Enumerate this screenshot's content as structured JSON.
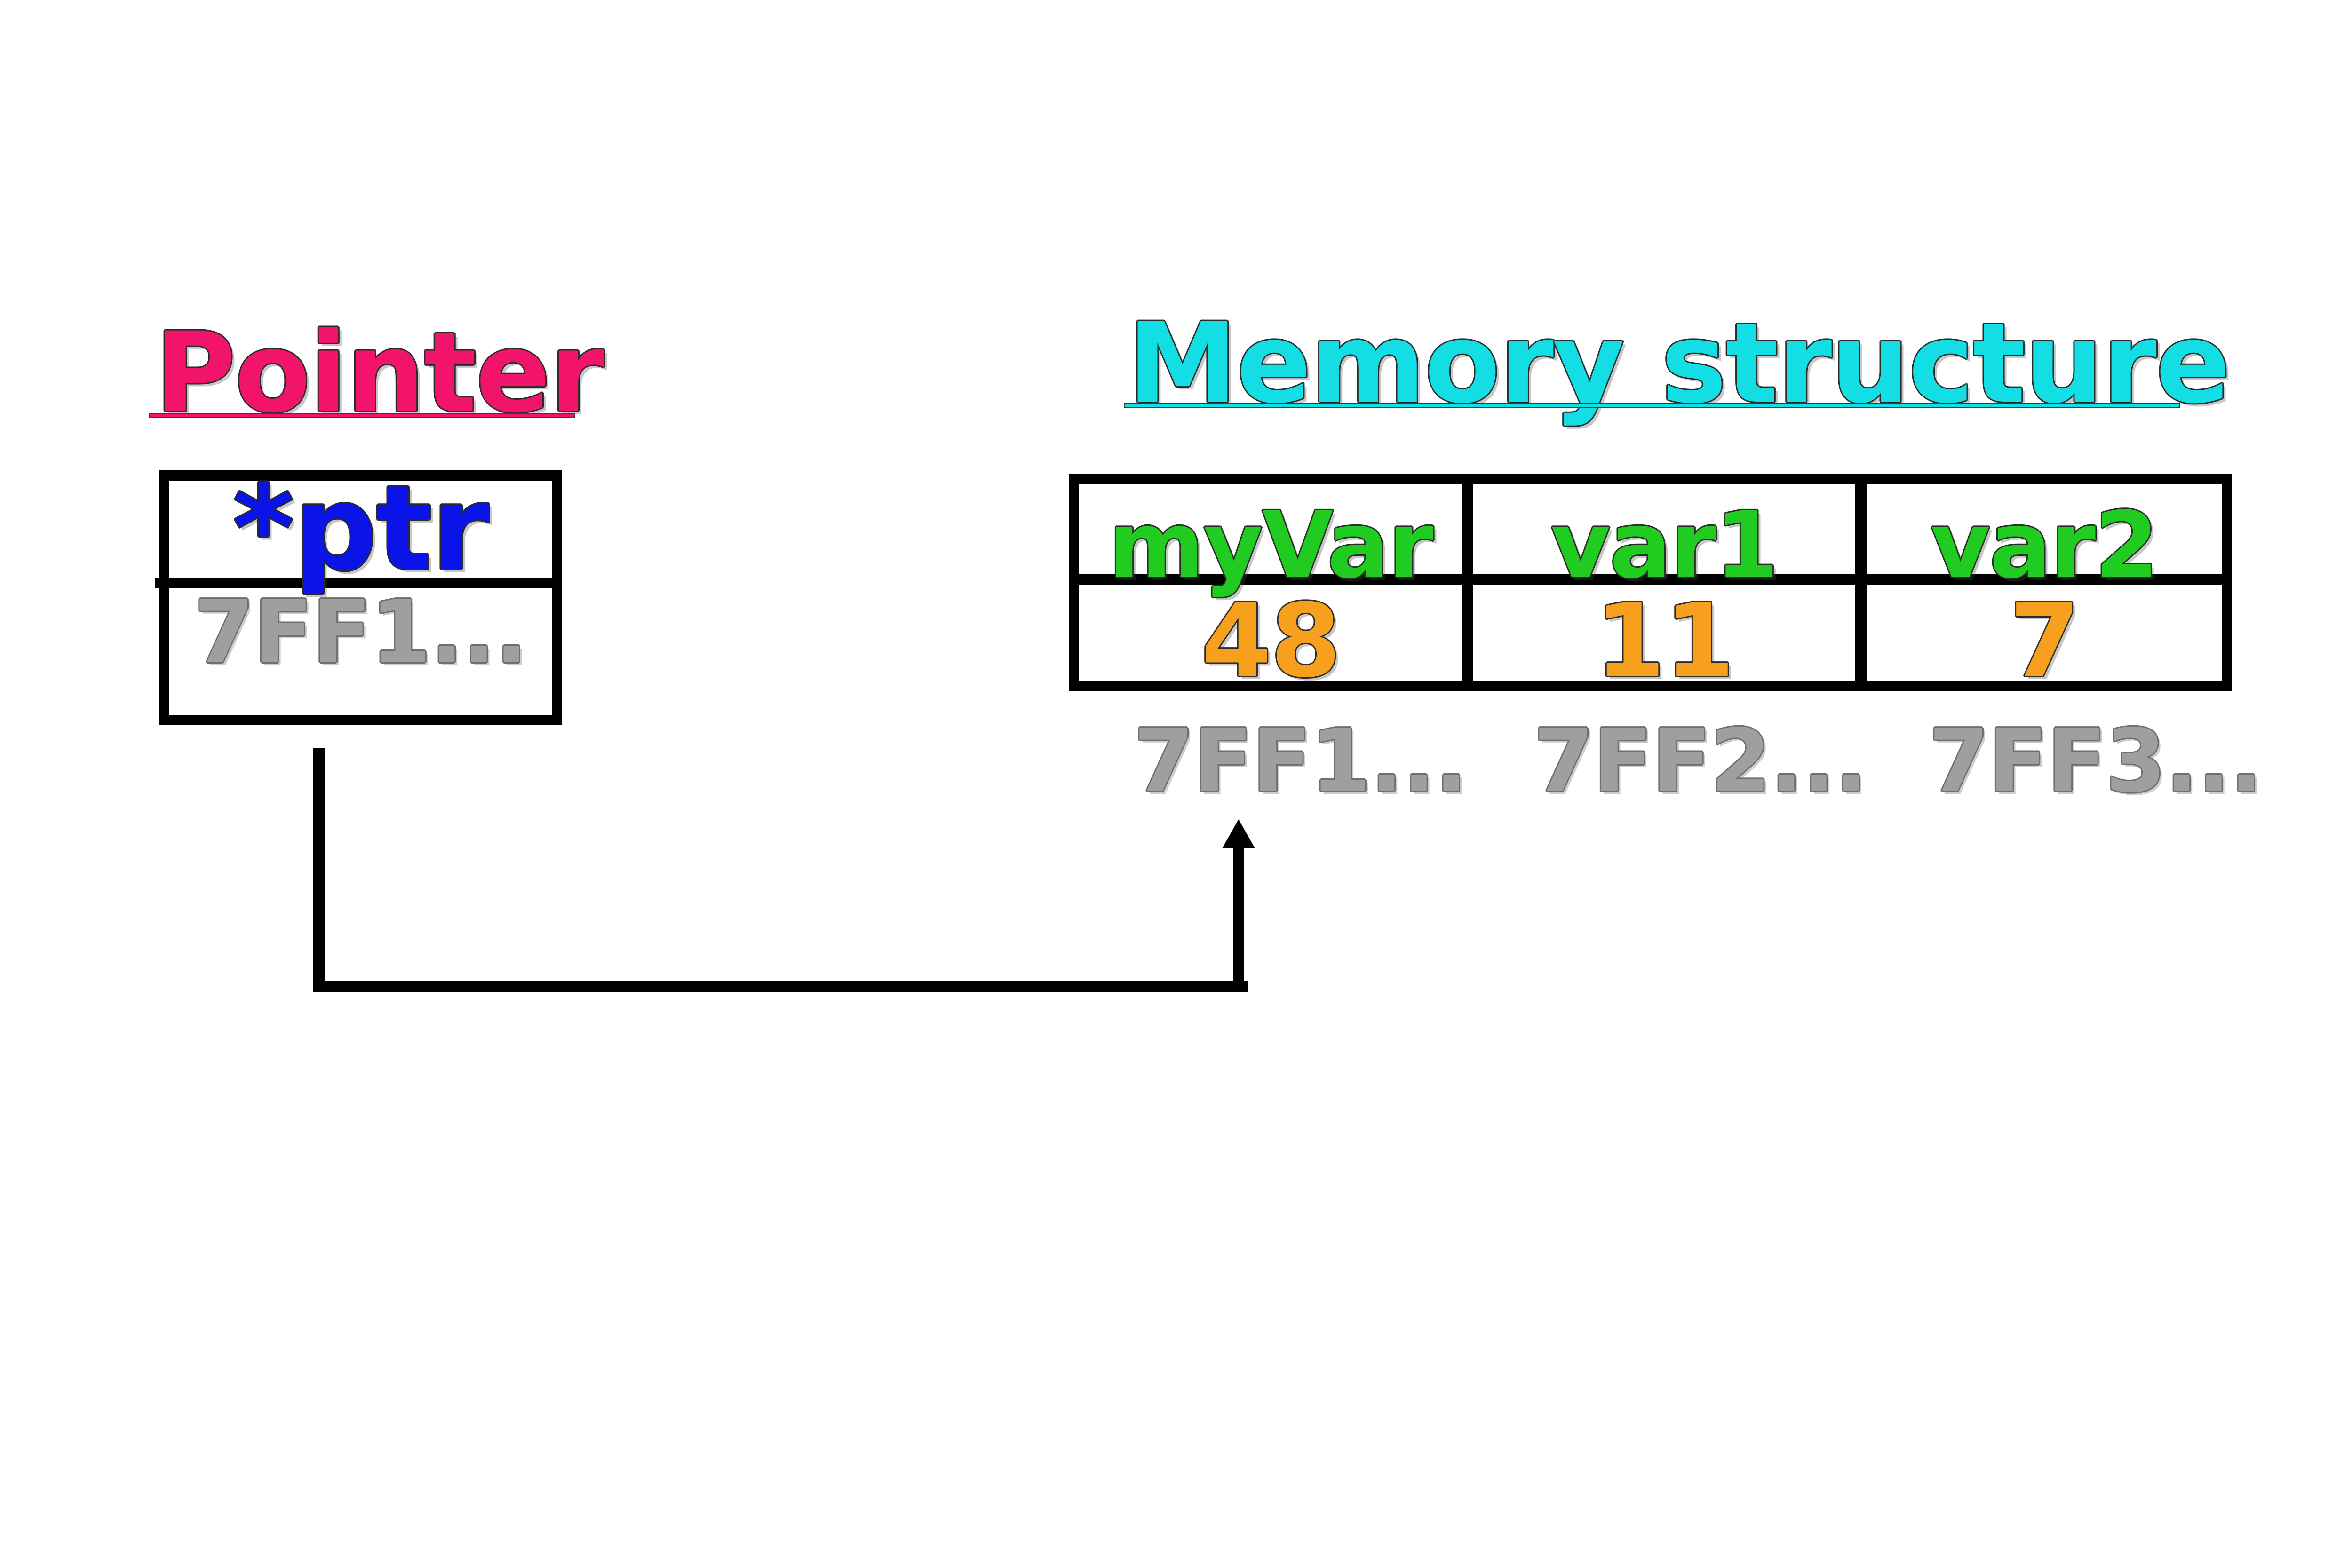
{
  "page": {
    "background_color": "#ffffff"
  },
  "pointer": {
    "title": "Pointer",
    "title_color": "#f2146b",
    "variable_label": "*ptr",
    "variable_color": "#0a14e8",
    "address_value": "7FF1...",
    "address_color": "#9f9f9f"
  },
  "memory": {
    "title": "Memory structure",
    "title_color": "#12dee4",
    "name_color": "#1fcc1f",
    "value_color": "#f6a01e",
    "address_color": "#9f9f9f",
    "columns": [
      {
        "name": "myVar",
        "value": "48",
        "address": "7FF1..."
      },
      {
        "name": "var1",
        "value": "11",
        "address": "7FF2..."
      },
      {
        "name": "var2",
        "value": "7",
        "address": "7FF3..."
      }
    ]
  },
  "arrow": {
    "color": "#000000"
  }
}
